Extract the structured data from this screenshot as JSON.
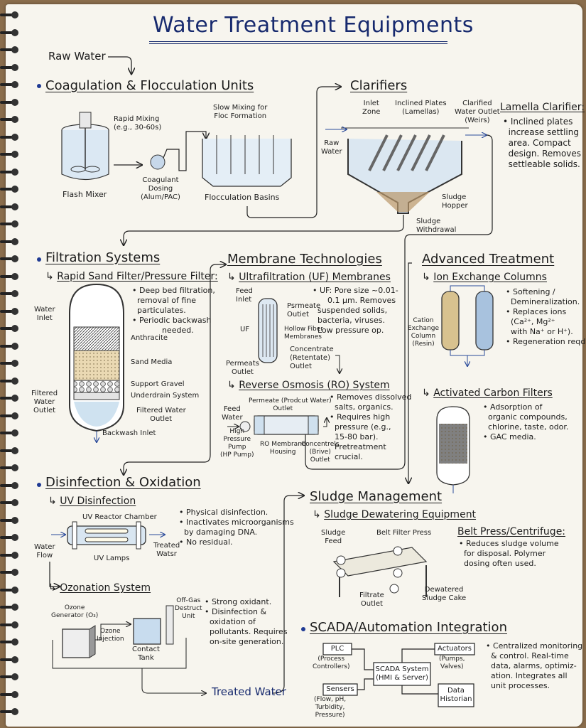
{
  "title": "Water Treatment Equipments",
  "raw_water_label": "Raw Water",
  "treated_water_label": "Treated Water",
  "sections": {
    "coagulation": {
      "heading": "Coagulation & Flocculation Units",
      "labels": {
        "rapid_mixing": "Rapid Mixing\n(e.g., 30-60s)",
        "flash_mixer": "Flash Mixer",
        "coagulant_dosing": "Coagulant\nDosing\n(Alum/PAC)",
        "slow_mixing": "Slow Mixing for\nFloc Formation",
        "flocculation_basins": "Flocculation Basins"
      }
    },
    "clarifiers": {
      "heading": "Clarifiers",
      "labels": {
        "inlet_zone": "Inlet\nZone",
        "inclined_plates": "Inclined Plates\n(Lamellas)",
        "clarified_outlet": "Clarified\nWater Outlet\n(Weirs)",
        "raw_water": "Raw\nWater",
        "sludge_hopper": "Sludge\nHopper",
        "sludge_withdrawal": "Sludge\nWithdrawal"
      },
      "note_heading": "Lamella Clarifier:",
      "notes": "• Inclined plates\n  increase settling\n  area. Compact\n  design. Removes\n  settleable solids."
    },
    "filtration": {
      "heading": "Filtration Systems",
      "subheading": "Rapid Sand Filter/Pressure Filter:",
      "notes": "• Deep bed filtration,\n  removal of fine\n  particulates.\n• Periodic backwash\n            needed.",
      "labels": {
        "water_inlet": "Water\nInlet",
        "anthracite": "Anthracite",
        "sand_media": "Sand Media",
        "support_gravel": "Support Gravel",
        "underdrain": "Underdrain System",
        "filtered_outlet_left": "Filtered\nWater\nOutlet",
        "filtered_outlet_right": "Filtered Water\n      Outlet",
        "backwash_inlet": "Backwash Inlet"
      }
    },
    "membrane": {
      "heading": "Membrane Technologies",
      "uf": {
        "subheading": "Ultrafiltration (UF) Membranes",
        "notes": "• UF: Pore size ~0.01-\n      0.1 µm. Removes\n  suspended solids,\n  bacteria, viruses.\n  Low pressure op.",
        "labels": {
          "feed_inlet": "Feed\nInlet",
          "permeate_outlet_top": "Psrmeate\nOutiet",
          "uf": "UF",
          "hollow_fiber": "Hollow Fiber\nMembranes",
          "concentrate": "Concentrate\n(Retentate)\nOutlet",
          "permeate_outlet_bottom": "Permeats\nOutlet"
        }
      },
      "ro": {
        "subheading": "Reverse Osmosis (RO) System",
        "notes": "• Removes dissolved\n  salts, organics.\n• Requires high\n  pressure (e.g.,\n  15-80 bar).\n  Pretreatment\n  crucial.",
        "labels": {
          "permeate": "Permeate (Prodcut Water)\n            Outlet",
          "feed_water": "Feed\nWater",
          "hp_pump": "High\nPressure\nPump\n(HP Pump)",
          "housing": "RO Membrane\nHousing",
          "concentrate": "Concentrels\n(Brive)\nOutlet"
        }
      }
    },
    "advanced": {
      "heading": "Advanced Treatment",
      "ion_exchange": {
        "subheading": "Ion Exchange Columns",
        "column_label": "Cation\nExchange\nColumn\n(Resin)",
        "notes": "• Softening /\n  Demineralization.\n• Replaces ions\n  (Ca²⁺, Mg²⁺\n  with Na⁺ or H⁺).\n• Regeneration reqd."
      },
      "carbon": {
        "subheading": "Activated Carbon Filters",
        "notes": "• Adsorption of\n  organic compounds,\n  chlorine, taste, odor.\n• GAC media."
      }
    },
    "disinfection": {
      "heading": "Disinfection & Oxidation",
      "uv": {
        "subheading": "UV Disinfection",
        "notes": "• Physical disinfection.\n• Inactivates microorganisms\n  by damaging DNA.\n• No residual.",
        "labels": {
          "reactor": "UV Reactor Chamber",
          "lamps": "UV Lamps",
          "water_flow": "Water\nFlow",
          "treated": "Treated\nWatsr"
        }
      },
      "ozone": {
        "subheading": "Ozonation System",
        "notes": "• Strong oxidant.\n• Disinfection &\n  oxidation of\n  pollutants. Requires\n  on-site generation.",
        "labels": {
          "generator": "Ozone\nGenerator (O₃)",
          "injection": "Ozone\nInjection",
          "contact_tank": "Contact\nTank",
          "offgas": "Off-Gas\nDestruct\nUnit"
        }
      }
    },
    "sludge": {
      "heading": "Sludge Management",
      "subheading": "Sludge Dewatering Equipment",
      "note_heading": "Belt Press/Centrifuge:",
      "notes": "• Reduces sludge volume\n  for disposal. Polymer\n  dosing often used.",
      "labels": {
        "sludge_feed": "Sludge\nFeed",
        "belt_press": "Belt Filter Press",
        "filtrate": "Filtrate\nOutlet",
        "cake": "Dewatered\nSludge Cake"
      }
    },
    "scada": {
      "heading": "SCADA/Automation Integration",
      "notes": "• Centralized monitoring\n  & control. Real-time\n  data, alarms, optimiz-\n  ation. Integrates all\n  unit processes.",
      "boxes": {
        "plc": "PLC",
        "plc_sub": "(Process\nControllers)",
        "sensors": "Sensers",
        "sensors_sub": "(Flow, pH,\nTurbidity,\nPressure)",
        "scada": "SCADA System\n(HMI & Server)",
        "actuators": "Actuators",
        "actuators_sub": "(Pumps,\nValves)",
        "historian": "Data\nHistorian"
      }
    }
  }
}
